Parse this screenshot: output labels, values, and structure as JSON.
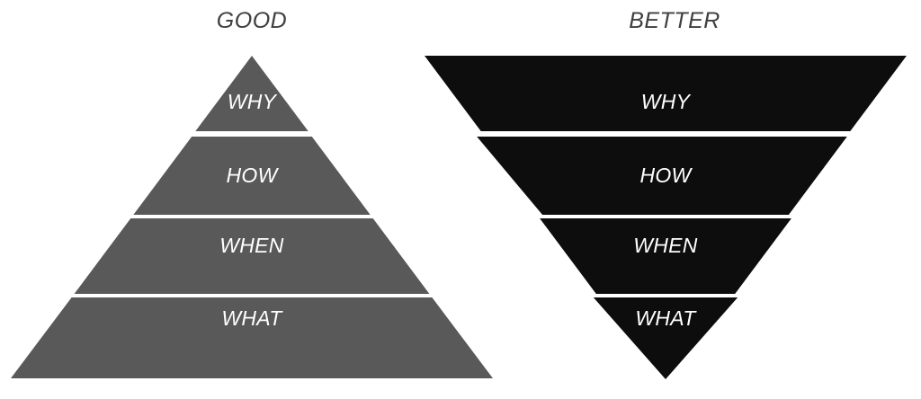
{
  "diagram": {
    "background_color": "#ffffff",
    "panels": [
      {
        "id": "good",
        "title": "GOOD",
        "shape": "pyramid",
        "fill_color": "#595959",
        "divider_color": "#ffffff",
        "label_color": "#ffffff",
        "bands": [
          {
            "label": "WHY"
          },
          {
            "label": "HOW"
          },
          {
            "label": "WHEN"
          },
          {
            "label": "WHAT"
          }
        ]
      },
      {
        "id": "better",
        "title": "BETTER",
        "shape": "inverted-pyramid",
        "fill_color": "#0d0d0d",
        "divider_color": "#ffffff",
        "label_color": "#ffffff",
        "bands": [
          {
            "label": "WHY"
          },
          {
            "label": "HOW"
          },
          {
            "label": "WHEN"
          },
          {
            "label": "WHAT"
          }
        ]
      }
    ],
    "title_color": "#3f3f3f"
  }
}
